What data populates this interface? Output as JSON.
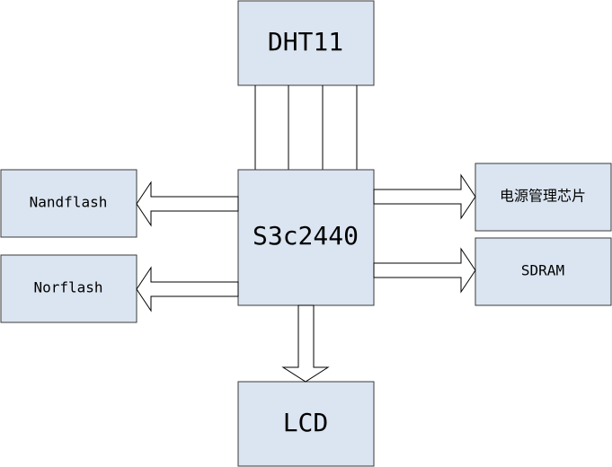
{
  "diagram": {
    "nodes": {
      "dht11": "DHT11",
      "cpu": "S3c2440",
      "nandflash": "Nandflash",
      "norflash": "Norflash",
      "power": "电源管理芯片",
      "sdram": "SDRAM",
      "lcd": "LCD"
    },
    "colors": {
      "box_fill": "#dbe5f1",
      "box_stroke": "#3a3a3a",
      "arrow_fill": "#ffffff",
      "line": "#000000"
    }
  }
}
